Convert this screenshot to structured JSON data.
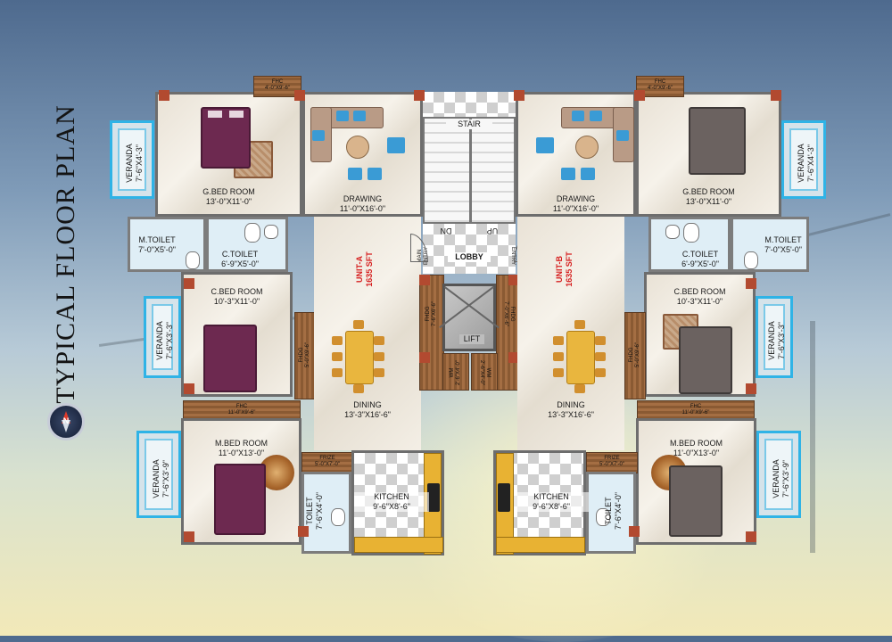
{
  "title": "TYPICAL FLOOR PLAN",
  "compass": {
    "label": "N"
  },
  "core": {
    "stair": "STAIR",
    "dn": "DN",
    "up": "UP",
    "lobby": "LOBBY",
    "lift": "LIFT",
    "main_entry": "MAIN\nENTRY",
    "fhdg_a": "FHDG\n7'-6\"X6'-6\"",
    "fhdg_b": "FHDG\n7'-0\"X6'-6\"",
    "wm_a": "WM\n2'-6\"X4'-0\"",
    "wm_b": "WM\n2'-6\"X4'-0\""
  },
  "unit_a": {
    "unit_label": "UNIT-A\n1635 SFT",
    "g_bed": {
      "name": "G.BED ROOM",
      "size": "13'-0\"X11'-0\""
    },
    "fhc_top": {
      "name": "FHC",
      "size": "4'-0\"X9'-6\""
    },
    "veranda_1": {
      "name": "VERANDA",
      "size": "7'-6\"X4'-3\""
    },
    "drawing": {
      "name": "DRAWING",
      "size": "11'-0\"X16'-0\""
    },
    "m_toilet": {
      "name": "M.TOILET",
      "size": "7'-0\"X5'-0\""
    },
    "c_toilet": {
      "name": "C.TOILET",
      "size": "6'-9\"X5'-0\""
    },
    "c_bed": {
      "name": "C.BED ROOM",
      "size": "10'-3\"X11'-0\""
    },
    "veranda_2": {
      "name": "VERANDA",
      "size": "7'-6\"X3'-3\""
    },
    "fhdg": {
      "name": "FHDG",
      "size": "5'-0\"X9'-6\""
    },
    "dining": {
      "name": "DINING",
      "size": "13'-3\"X16'-6\""
    },
    "fhc_mid": {
      "name": "FHC",
      "size": "11'-0\"X9'-6\""
    },
    "m_bed": {
      "name": "M.BED ROOM",
      "size": "11'-0\"X13'-0\""
    },
    "veranda_3": {
      "name": "VERANDA",
      "size": "7'-6\"X3'-9\""
    },
    "frize": {
      "name": "FRIZE",
      "size": "5'-0\"X7'-0\""
    },
    "toilet": {
      "name": "TOILET",
      "size": "7'-6\"X4'-0\""
    },
    "kitchen": {
      "name": "KITCHEN",
      "size": "9'-6\"X8'-6\""
    }
  },
  "unit_b": {
    "unit_label": "UNIT-B\n1635 SFT",
    "g_bed": {
      "name": "G.BED ROOM",
      "size": "13'-0\"X11'-0\""
    },
    "fhc_top": {
      "name": "FHC",
      "size": "4'-0\"X9'-6\""
    },
    "veranda_1": {
      "name": "VERANDA",
      "size": "7'-6\"X4'-3\""
    },
    "drawing": {
      "name": "DRAWING",
      "size": "11'-0\"X16'-0\""
    },
    "m_toilet": {
      "name": "M.TOILET",
      "size": "7'-0\"X5'-0\""
    },
    "c_toilet": {
      "name": "C.TOILET",
      "size": "6'-9\"X5'-0\""
    },
    "c_bed": {
      "name": "C.BED ROOM",
      "size": "10'-3\"X11'-0\""
    },
    "veranda_2": {
      "name": "VERANDA",
      "size": "7'-6\"X3'-3\""
    },
    "fhdg": {
      "name": "FHDG",
      "size": "5'-0\"X9'-6\""
    },
    "dining": {
      "name": "DINING",
      "size": "13'-3\"X16'-6\""
    },
    "fhc_mid": {
      "name": "FHC",
      "size": "11'-0\"X9'-6\""
    },
    "m_bed": {
      "name": "M.BED ROOM",
      "size": "11'-0\"X13'-0\""
    },
    "veranda_3": {
      "name": "VERANDA",
      "size": "7'-6\"X3'-9\""
    },
    "frize": {
      "name": "FRIZE",
      "size": "5'-0\"X7'-0\""
    },
    "toilet": {
      "name": "TOILET",
      "size": "7'-6\"X4'-0\""
    },
    "kitchen": {
      "name": "KITCHEN",
      "size": "9'-6\"X8'-6\""
    }
  }
}
